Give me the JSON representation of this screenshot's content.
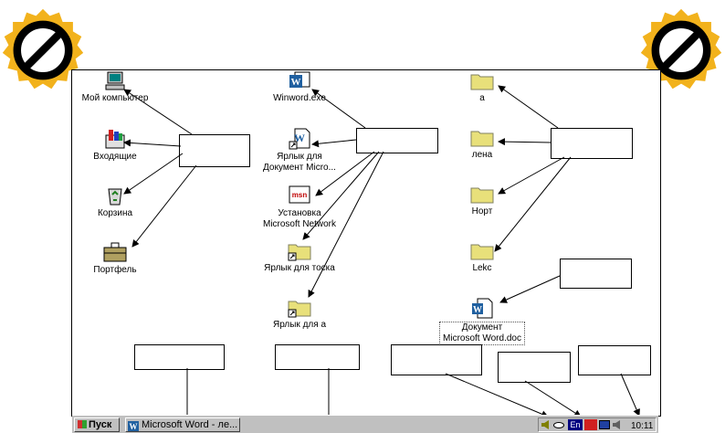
{
  "desktop": {
    "icons": {
      "my_computer": "Мой компьютер",
      "inbox": "Входящие",
      "recycle": "Корзина",
      "briefcase": "Портфель",
      "winword": "Winword.exe",
      "shortcut_doc_1": "Ярлык для",
      "shortcut_doc_2": "Документ Micro...",
      "msn_1": "Установка",
      "msn_2": "Microsoft Network",
      "shortcut_toska": "Ярлык для тоска",
      "shortcut_a": "Ярлык для а",
      "folder_a": "а",
      "folder_lena": "лена",
      "folder_nort": "Норт",
      "folder_leks": "Lekc",
      "doc_1": "Документ",
      "doc_2": "Microsoft Word.doc"
    }
  },
  "taskbar": {
    "start_label": "Пуск",
    "task_label": "Microsoft Word - ле...",
    "lang": "En",
    "clock": "10:11"
  },
  "colors": {
    "desktop_bg": "#ffffff",
    "taskbar_bg": "#c0c0c0",
    "folder": "#e8e07a",
    "badge_fill": "#f2b21c",
    "lang_bg": "#000080"
  }
}
